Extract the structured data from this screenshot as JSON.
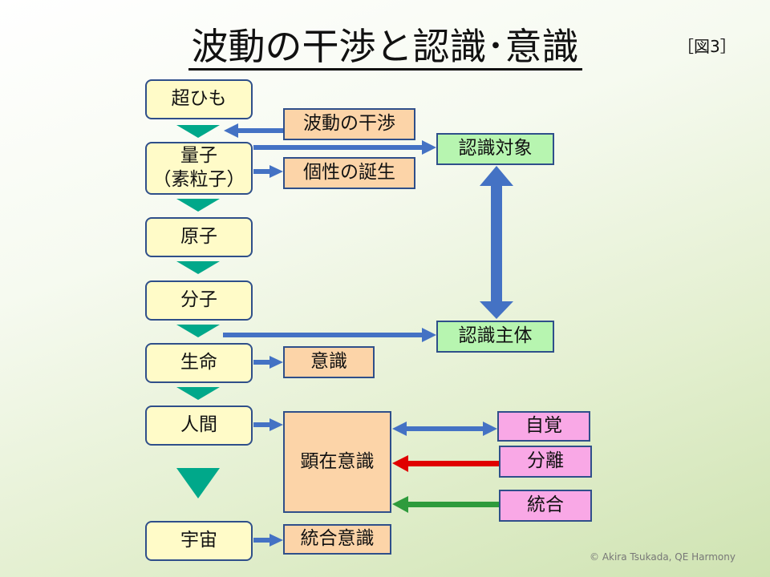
{
  "title": "波動の干渉と認識･意識",
  "figure_label": "［図3］",
  "stages": [
    "超ひも",
    "量子\n（素粒子）",
    "原子",
    "分子",
    "生命",
    "人間",
    "宇宙"
  ],
  "side": {
    "interference": "波動の干渉",
    "individuality": "個性の誕生",
    "recognition_object": "認識対象",
    "recognition_subject": "認識主体",
    "consciousness": "意識",
    "manifest": "顕在意識",
    "integrated": "統合意識",
    "awareness": "自覚",
    "separation": "分離",
    "integration": "統合"
  },
  "colors": {
    "blue_arrow": "#4472c4",
    "teal_triangle": "#00a88a",
    "red_arrow": "#e00000",
    "green_arrow": "#2e9b3c"
  },
  "copyright": "© Akira Tsukada,  QE Harmony"
}
